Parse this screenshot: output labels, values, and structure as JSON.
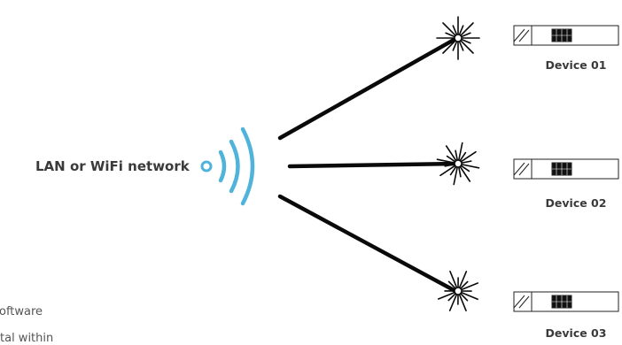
{
  "network": {
    "label": "LAN or WiFi network",
    "accent_color": "#4fb3da",
    "icon": "wifi-signal-icon"
  },
  "connections": {
    "line_color": "#0a0a0a",
    "burst_icon": "starburst-icon"
  },
  "devices": [
    {
      "label": "Device 01",
      "icon": "connector-device-icon"
    },
    {
      "label": "Device 02",
      "icon": "connector-device-icon"
    },
    {
      "label": "Device 03",
      "icon": "connector-device-icon"
    }
  ],
  "cut_off_text": [
    "oftware",
    "tal within"
  ]
}
